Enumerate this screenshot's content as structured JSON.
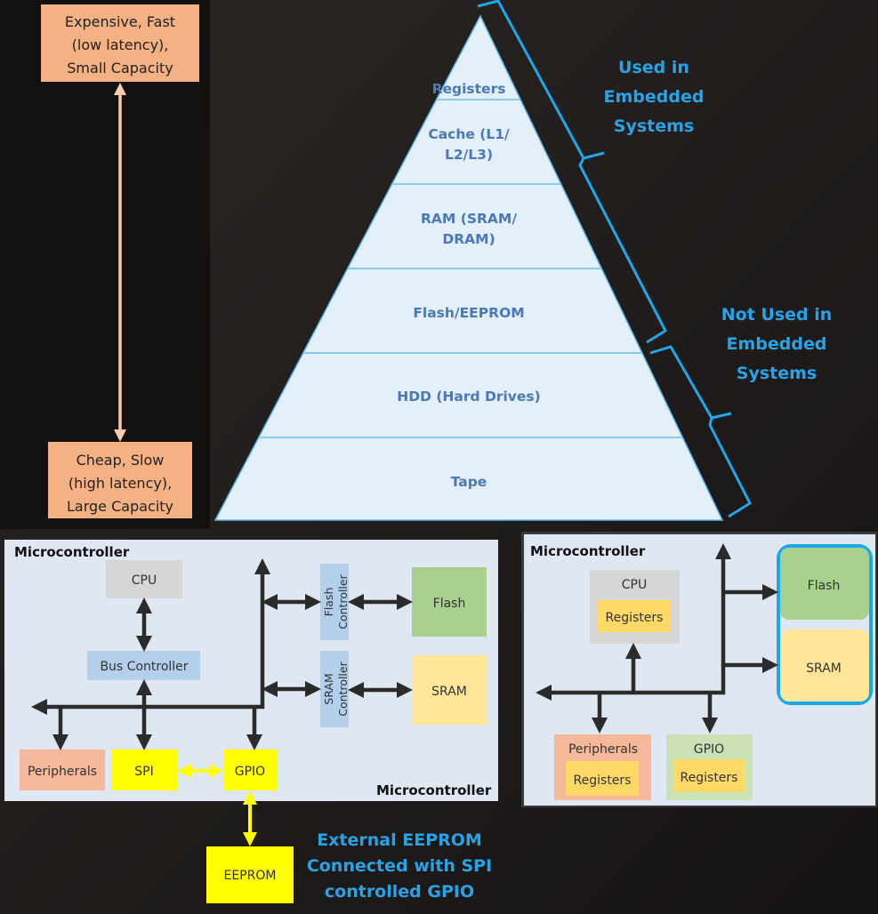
{
  "hierarchy_scale": {
    "top_label": [
      "Expensive, Fast",
      "(low latency),",
      "Small Capacity"
    ],
    "bottom_label": [
      "Cheap, Slow",
      "(high latency),",
      "Large Capacity"
    ]
  },
  "pyramid": {
    "layers": [
      {
        "lines": [
          "Registers"
        ]
      },
      {
        "lines": [
          "Cache (L1/",
          "L2/L3)"
        ]
      },
      {
        "lines": [
          "RAM (SRAM/",
          "DRAM)"
        ]
      },
      {
        "lines": [
          "Flash/EEPROM"
        ]
      },
      {
        "lines": [
          "HDD (Hard Drives)"
        ]
      },
      {
        "lines": [
          "Tape"
        ]
      }
    ],
    "used_label": [
      "Used in",
      "Embedded",
      "Systems"
    ],
    "not_used_label": [
      "Not Used in",
      "Embedded",
      "Systems"
    ]
  },
  "left_diagram": {
    "title": "Microcontroller",
    "footer_title": "Microcontroller",
    "cpu": "CPU",
    "bus_controller": "Bus Controller",
    "flash_controller": [
      "Flash",
      "Controller"
    ],
    "sram_controller": [
      "SRAM",
      "Controller"
    ],
    "flash": "Flash",
    "sram": "SRAM",
    "peripherals": "Peripherals",
    "spi": "SPI",
    "gpio": "GPIO",
    "eeprom": "EEPROM",
    "note": [
      "External EEPROM",
      "Connected with SPI",
      "controlled GPIO"
    ]
  },
  "right_diagram": {
    "title": "Microcontroller",
    "cpu": "CPU",
    "cpu_registers": "Registers",
    "flash": "Flash",
    "sram": "SRAM",
    "peripherals": "Peripherals",
    "peripherals_registers": "Registers",
    "gpio": "GPIO",
    "gpio_registers": "Registers"
  },
  "colors": {
    "accent_blue": "#27a3e6",
    "salmon": "#f4b183",
    "flash_green": "#a9d18e",
    "sram_yellow": "#ffe699",
    "bright_yellow": "#ffff00"
  }
}
